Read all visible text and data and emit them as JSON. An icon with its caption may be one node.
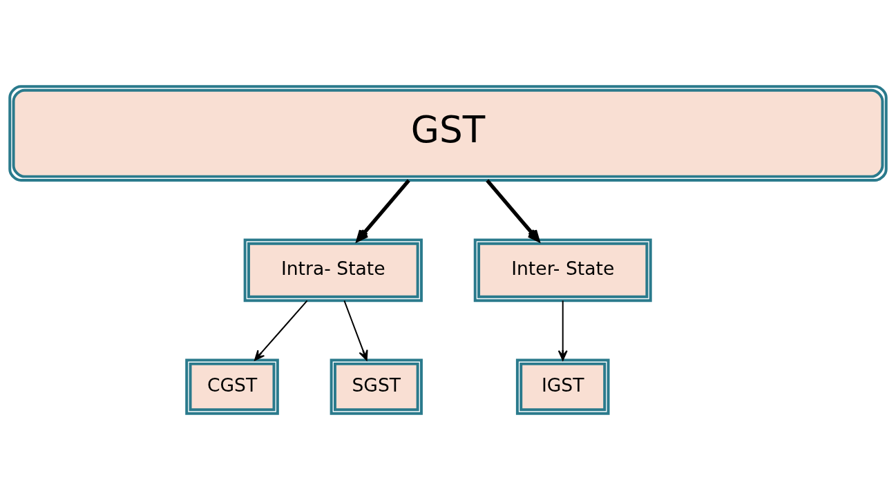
{
  "diagram": {
    "nodes": [
      {
        "text": [
          "GST"
        ]
      },
      {
        "text": [
          "Intra- State"
        ]
      },
      {
        "text": [
          "Inter- State"
        ]
      },
      {
        "text": [
          "CGST"
        ]
      },
      {
        "text": [
          "SGST"
        ]
      },
      {
        "text": [
          "IGST"
        ]
      }
    ],
    "edges": [
      {
        "from": 0,
        "to": 1,
        "arrow": "to",
        "style": "thick"
      },
      {
        "from": 0,
        "to": 2,
        "arrow": "to",
        "style": "thick"
      },
      {
        "from": 1,
        "to": 3,
        "arrow": "to"
      },
      {
        "from": 1,
        "to": 4,
        "arrow": "to"
      },
      {
        "from": 2,
        "to": 5,
        "arrow": "to"
      }
    ]
  }
}
